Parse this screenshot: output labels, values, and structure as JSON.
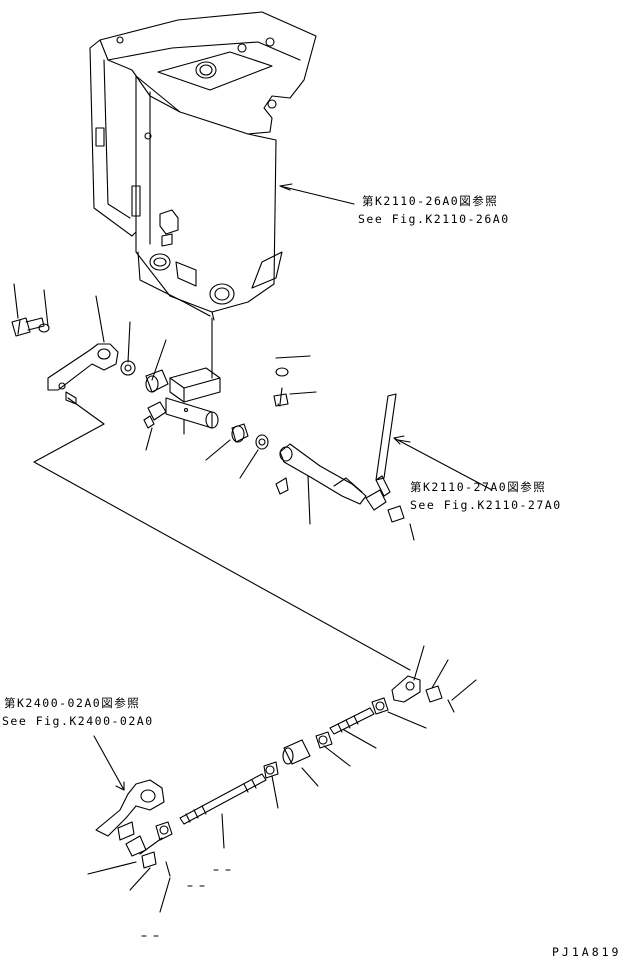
{
  "references": [
    {
      "jp": "第K2110-26A0図参照",
      "en": "See Fig.K2110-26A0"
    },
    {
      "jp": "第K2110-27A0図参照",
      "en": "See Fig.K2110-27A0"
    },
    {
      "jp": "第K2400-02A0図参照",
      "en": "See Fig.K2400-02A0"
    }
  ],
  "drawing_code": "PJ1A819"
}
